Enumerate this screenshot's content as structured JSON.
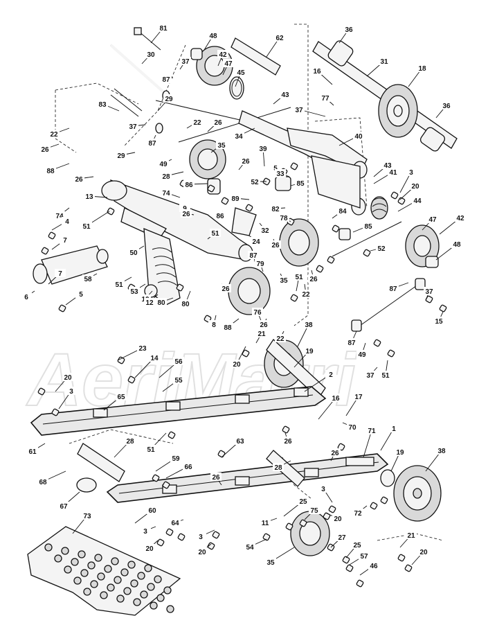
{
  "watermark": "AeriMarri",
  "callouts": [
    {
      "id": "c81a",
      "text": "81"
    },
    {
      "id": "c30",
      "text": "30"
    },
    {
      "id": "c48a",
      "text": "48"
    },
    {
      "id": "c37a",
      "text": "37"
    },
    {
      "id": "c42a",
      "text": "42"
    },
    {
      "id": "c47a",
      "text": "47"
    },
    {
      "id": "c45",
      "text": "45"
    },
    {
      "id": "c87a",
      "text": "87"
    },
    {
      "id": "c62",
      "text": "62"
    },
    {
      "id": "c36a",
      "text": "36"
    },
    {
      "id": "c31",
      "text": "31"
    },
    {
      "id": "c18",
      "text": "18"
    },
    {
      "id": "c16a",
      "text": "16"
    },
    {
      "id": "c77",
      "text": "77"
    },
    {
      "id": "c37b",
      "text": "37"
    },
    {
      "id": "c36b",
      "text": "36"
    },
    {
      "id": "c43a",
      "text": "43"
    },
    {
      "id": "c83",
      "text": "83"
    },
    {
      "id": "c29a",
      "text": "29"
    },
    {
      "id": "c22a",
      "text": "22"
    },
    {
      "id": "c37c",
      "text": "37"
    },
    {
      "id": "c22b",
      "text": "22"
    },
    {
      "id": "c26a",
      "text": "26"
    },
    {
      "id": "c87b",
      "text": "87"
    },
    {
      "id": "c34",
      "text": "34"
    },
    {
      "id": "c26b",
      "text": "26"
    },
    {
      "id": "c29b",
      "text": "29"
    },
    {
      "id": "c35a",
      "text": "35"
    },
    {
      "id": "c40",
      "text": "40"
    },
    {
      "id": "c88a",
      "text": "88"
    },
    {
      "id": "c49a",
      "text": "49"
    },
    {
      "id": "c39",
      "text": "39"
    },
    {
      "id": "c26c",
      "text": "26"
    },
    {
      "id": "c28a",
      "text": "28"
    },
    {
      "id": "c5a",
      "text": "5"
    },
    {
      "id": "c33",
      "text": "33"
    },
    {
      "id": "c43b",
      "text": "43"
    },
    {
      "id": "c41",
      "text": "41"
    },
    {
      "id": "c3a",
      "text": "3"
    },
    {
      "id": "c26d",
      "text": "26"
    },
    {
      "id": "c86a",
      "text": "86"
    },
    {
      "id": "c52a",
      "text": "52"
    },
    {
      "id": "c85a",
      "text": "85"
    },
    {
      "id": "c20a",
      "text": "20"
    },
    {
      "id": "c74a",
      "text": "74"
    },
    {
      "id": "c13",
      "text": "13"
    },
    {
      "id": "c89",
      "text": "89"
    },
    {
      "id": "c44",
      "text": "44"
    },
    {
      "id": "c82",
      "text": "82"
    },
    {
      "id": "c9",
      "text": "9"
    },
    {
      "id": "c74b",
      "text": "74"
    },
    {
      "id": "c26e",
      "text": "26"
    },
    {
      "id": "c86b",
      "text": "86"
    },
    {
      "id": "c84",
      "text": "84"
    },
    {
      "id": "c51a",
      "text": "51"
    },
    {
      "id": "c4",
      "text": "4"
    },
    {
      "id": "c32",
      "text": "32"
    },
    {
      "id": "c78",
      "text": "78"
    },
    {
      "id": "c85b",
      "text": "85"
    },
    {
      "id": "c47b",
      "text": "47"
    },
    {
      "id": "c42b",
      "text": "42"
    },
    {
      "id": "c51b",
      "text": "51"
    },
    {
      "id": "c24",
      "text": "24"
    },
    {
      "id": "c7a",
      "text": "7"
    },
    {
      "id": "c26f",
      "text": "26"
    },
    {
      "id": "c52b",
      "text": "52"
    },
    {
      "id": "c50",
      "text": "50"
    },
    {
      "id": "c87c",
      "text": "87"
    },
    {
      "id": "c79",
      "text": "79"
    },
    {
      "id": "c48b",
      "text": "48"
    },
    {
      "id": "c58",
      "text": "58"
    },
    {
      "id": "c51c",
      "text": "51"
    },
    {
      "id": "c35b",
      "text": "35"
    },
    {
      "id": "c51d",
      "text": "51"
    },
    {
      "id": "c26g",
      "text": "26"
    },
    {
      "id": "c22c",
      "text": "22"
    },
    {
      "id": "c87d",
      "text": "87"
    },
    {
      "id": "c7b",
      "text": "7"
    },
    {
      "id": "c53",
      "text": "53"
    },
    {
      "id": "c10",
      "text": "10"
    },
    {
      "id": "c12",
      "text": "12"
    },
    {
      "id": "c80a",
      "text": "80"
    },
    {
      "id": "c80b",
      "text": "80"
    },
    {
      "id": "c26h",
      "text": "26"
    },
    {
      "id": "c6",
      "text": "6"
    },
    {
      "id": "c5b",
      "text": "5"
    },
    {
      "id": "c37d",
      "text": "37"
    },
    {
      "id": "c15",
      "text": "15"
    },
    {
      "id": "c8",
      "text": "8"
    },
    {
      "id": "c88b",
      "text": "88"
    },
    {
      "id": "c76",
      "text": "76"
    },
    {
      "id": "c26i",
      "text": "26"
    },
    {
      "id": "c22d",
      "text": "22"
    },
    {
      "id": "c38a",
      "text": "38"
    },
    {
      "id": "c87e",
      "text": "87"
    },
    {
      "id": "c49b",
      "text": "49"
    },
    {
      "id": "c21a",
      "text": "21"
    },
    {
      "id": "c37e",
      "text": "37"
    },
    {
      "id": "c51e",
      "text": "51"
    },
    {
      "id": "c23",
      "text": "23"
    },
    {
      "id": "c14",
      "text": "14"
    },
    {
      "id": "c20b",
      "text": "20"
    },
    {
      "id": "c19a",
      "text": "19"
    },
    {
      "id": "c56",
      "text": "56"
    },
    {
      "id": "c2",
      "text": "2"
    },
    {
      "id": "c20c",
      "text": "20"
    },
    {
      "id": "c55",
      "text": "55"
    },
    {
      "id": "c3b",
      "text": "3"
    },
    {
      "id": "c65",
      "text": "65"
    },
    {
      "id": "c16b",
      "text": "16"
    },
    {
      "id": "c17",
      "text": "17"
    },
    {
      "id": "c70",
      "text": "70"
    },
    {
      "id": "c1",
      "text": "1"
    },
    {
      "id": "c71",
      "text": "71"
    },
    {
      "id": "c61",
      "text": "61"
    },
    {
      "id": "c51f",
      "text": "51"
    },
    {
      "id": "c28b",
      "text": "28"
    },
    {
      "id": "c63",
      "text": "63"
    },
    {
      "id": "c26j",
      "text": "26"
    },
    {
      "id": "c28c",
      "text": "28"
    },
    {
      "id": "c26k",
      "text": "26"
    },
    {
      "id": "c19b",
      "text": "19"
    },
    {
      "id": "c38b",
      "text": "38"
    },
    {
      "id": "c68",
      "text": "68"
    },
    {
      "id": "c59",
      "text": "59"
    },
    {
      "id": "c66",
      "text": "66"
    },
    {
      "id": "c26l",
      "text": "26"
    },
    {
      "id": "c67",
      "text": "67"
    },
    {
      "id": "c25a",
      "text": "25"
    },
    {
      "id": "c3c",
      "text": "3"
    },
    {
      "id": "c73",
      "text": "73"
    },
    {
      "id": "c60",
      "text": "60"
    },
    {
      "id": "c11",
      "text": "11"
    },
    {
      "id": "c75",
      "text": "75"
    },
    {
      "id": "c20d",
      "text": "20"
    },
    {
      "id": "c72",
      "text": "72"
    },
    {
      "id": "c3d",
      "text": "3"
    },
    {
      "id": "c64",
      "text": "64"
    },
    {
      "id": "c3e",
      "text": "3"
    },
    {
      "id": "c20e",
      "text": "20"
    },
    {
      "id": "c20f",
      "text": "20"
    },
    {
      "id": "c54",
      "text": "54"
    },
    {
      "id": "c21b",
      "text": "21"
    },
    {
      "id": "c27",
      "text": "27"
    },
    {
      "id": "c25b",
      "text": "25"
    },
    {
      "id": "c35c",
      "text": "35"
    },
    {
      "id": "c57",
      "text": "57"
    },
    {
      "id": "c20g",
      "text": "20"
    },
    {
      "id": "c46",
      "text": "46"
    }
  ]
}
